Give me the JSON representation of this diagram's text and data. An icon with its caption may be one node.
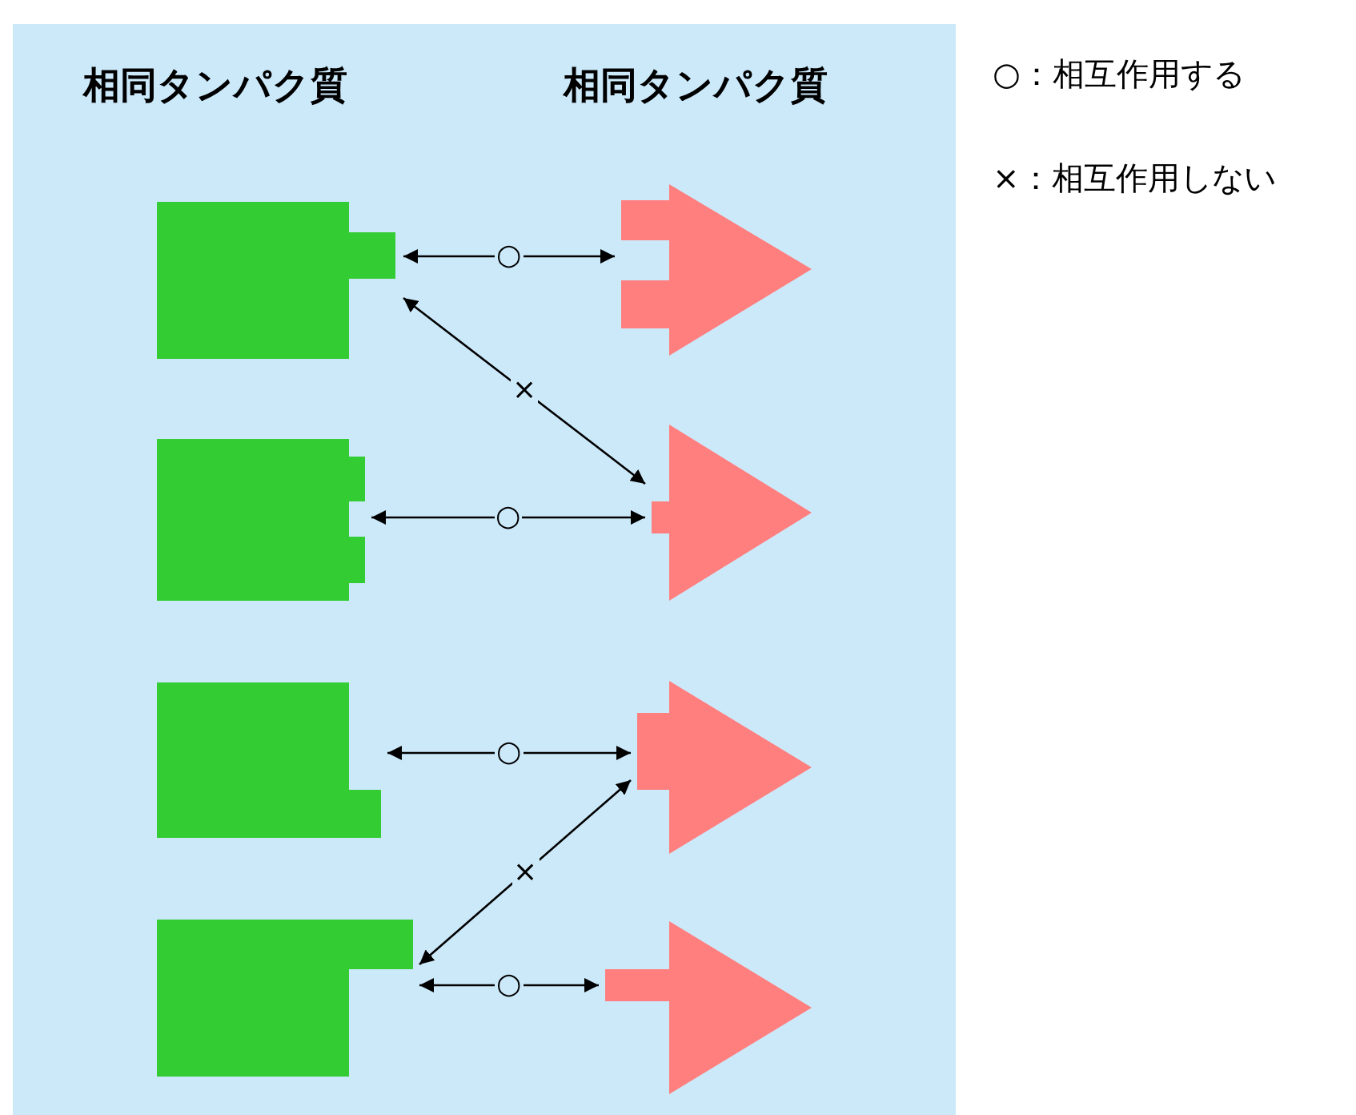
{
  "diagram": {
    "nodes": [
      {
        "text": [],
        "shape": "box"
      },
      {
        "text": [],
        "shape": "box"
      },
      {
        "text": [],
        "shape": "box"
      },
      {
        "text": [],
        "shape": "box"
      },
      {
        "text": [],
        "shape": "arrow"
      },
      {
        "text": [],
        "shape": "arrow"
      },
      {
        "text": [],
        "shape": "arrow"
      },
      {
        "text": [],
        "shape": "arrow"
      }
    ],
    "edges": [
      {
        "from": 0,
        "to": 4,
        "arrow": "both",
        "label": "○"
      },
      {
        "from": 0,
        "to": 5,
        "arrow": "both",
        "label": "×"
      },
      {
        "from": 1,
        "to": 5,
        "arrow": "both",
        "label": "○"
      },
      {
        "from": 2,
        "to": 6,
        "arrow": "both",
        "label": "○"
      },
      {
        "from": 3,
        "to": 6,
        "arrow": "both",
        "label": "×"
      },
      {
        "from": 3,
        "to": 7,
        "arrow": "both",
        "label": "○"
      }
    ],
    "labels": [
      "相同タンパク質",
      "相同タンパク質",
      "○：相互作用する",
      "×：相互作用しない"
    ]
  }
}
